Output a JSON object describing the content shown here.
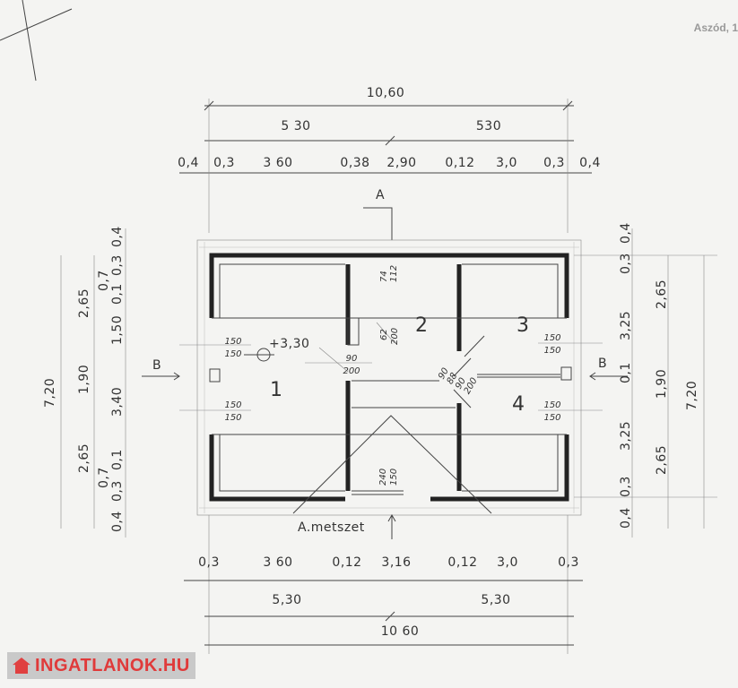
{
  "corner_text": "Aszód, 1",
  "watermark": "INGATLANOK.HU",
  "top_dims": {
    "total": "10,60",
    "halves": [
      "5 30",
      "530"
    ],
    "segments": [
      "0,4",
      "0,3",
      "3 60",
      "0,38",
      "2,90",
      "0,12",
      "3,0",
      "0,3",
      "0,4"
    ]
  },
  "bottom_dims": {
    "segments": [
      "0,3",
      "3 60",
      "0,12",
      "3,16",
      "0,12",
      "3,0",
      "0,3"
    ],
    "halves": [
      "5,30",
      "5,30"
    ],
    "total": "10 60"
  },
  "left_dims": {
    "total": "7,20",
    "outer": [
      "2,65",
      "1,90",
      "2,65"
    ],
    "inner": [
      "0,4",
      "0,3",
      "0,7",
      "0,1",
      "1,50",
      "3,40",
      "0,1",
      "0,7",
      "0,3",
      "0,4"
    ]
  },
  "right_dims": {
    "total": "7,20",
    "outer": [
      "2,65",
      "1,90",
      "2,65"
    ],
    "inner": [
      "0,4",
      "0,3",
      "3,25",
      "0,1",
      "3,25",
      "0,3",
      "0,4"
    ]
  },
  "rooms": [
    "1",
    "2",
    "3",
    "4"
  ],
  "level": "+3,30",
  "openings": {
    "win_1a": [
      "150",
      "150"
    ],
    "win_1b": [
      "150",
      "150"
    ],
    "win_3": [
      "150",
      "150"
    ],
    "win_4": [
      "150",
      "150"
    ],
    "door_2_top": [
      "74",
      "112"
    ],
    "door_1": [
      "90",
      "200"
    ],
    "door_2": [
      "62",
      "200"
    ],
    "door_diag": [
      "90",
      "88",
      "90",
      "200"
    ],
    "stair": [
      "240",
      "150"
    ]
  },
  "section_marks": {
    "a": "A",
    "b_left": "B",
    "b_right": "B",
    "a_label": "A.metszet"
  }
}
